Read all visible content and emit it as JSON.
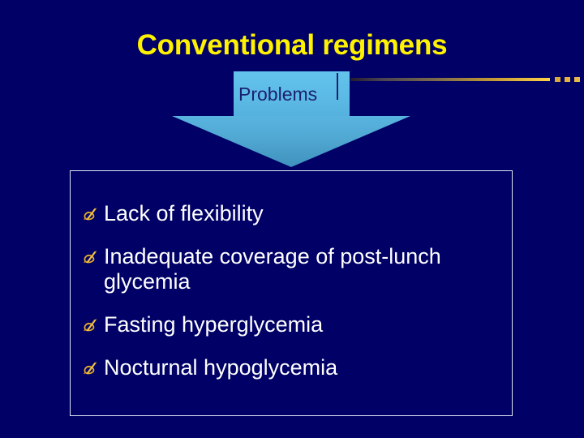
{
  "slide": {
    "background_color": "#000066",
    "title": "Conventional regimens",
    "title_color": "#FFF200",
    "arrow": {
      "label": "Problems",
      "label_color": "#1B2170",
      "fill_top_color": "#63C3EC",
      "fill_bottom_color": "#3F91BD",
      "icon": "down-block-arrow"
    },
    "divider": {
      "icon": "gold-rule",
      "color": "#FFD24A",
      "dot_count": 4
    },
    "content": {
      "border_color": "#DFE6F2",
      "bullet_icon": "pen-bullet-icon",
      "bullet_color": "#E0A92C",
      "text_color": "#FFFFFF",
      "items": [
        "Lack of flexibility",
        "Inadequate coverage of post-lunch glycemia",
        "Fasting hyperglycemia",
        "Nocturnal hypoglycemia"
      ]
    }
  }
}
